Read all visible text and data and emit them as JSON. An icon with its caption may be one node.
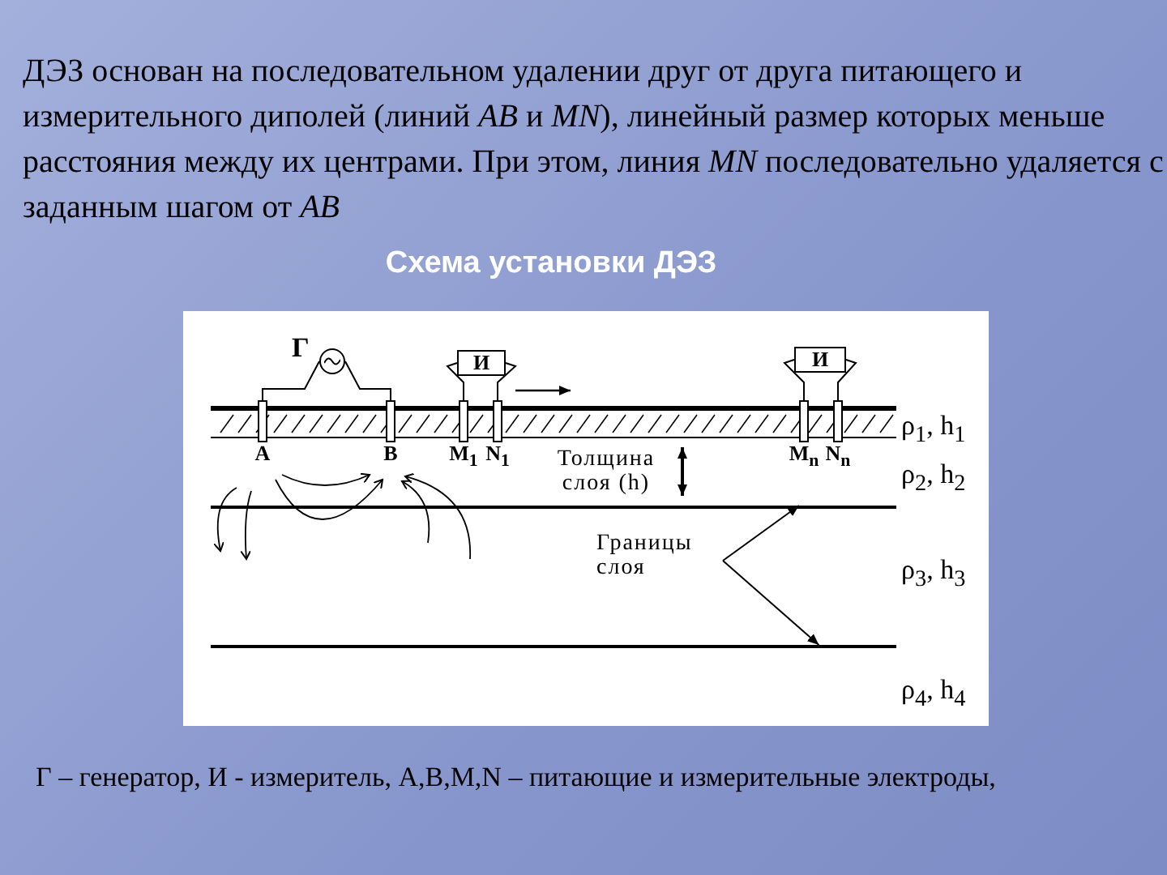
{
  "diagram": {
    "title": "Схема установки ДЭЗ",
    "caption": "Г – генератор, И - измеритель, A,B,M,N – питающие и измерительные электроды,",
    "nodes": [
      {
        "text": [
          "Г"
        ]
      },
      {
        "text": [
          "И"
        ]
      },
      {
        "text": [
          "И"
        ]
      },
      {
        "text": [
          "A"
        ]
      },
      {
        "text": [
          "B"
        ]
      },
      {
        "text": [
          "M$_{1}$"
        ]
      },
      {
        "text": [
          "N$_{1}$"
        ]
      },
      {
        "text": [
          "M$_{n}$"
        ]
      },
      {
        "text": [
          "N$_{n}$"
        ]
      },
      {
        "text": [
          "Границы слоя"
        ]
      },
      {
        "text": [],
        "shape": "line"
      },
      {
        "text": [],
        "shape": "line"
      }
    ],
    "edges": [
      {
        "from": 0,
        "to": 3,
        "arrow": "none"
      },
      {
        "from": 0,
        "to": 4,
        "arrow": "none"
      },
      {
        "from": 1,
        "to": 5,
        "arrow": "none"
      },
      {
        "from": 1,
        "to": 6,
        "arrow": "none"
      },
      {
        "from": 2,
        "to": 7,
        "arrow": "none"
      },
      {
        "from": 2,
        "to": 8,
        "arrow": "none"
      },
      {
        "from": 9,
        "to": 10,
        "arrow": "to"
      },
      {
        "from": 9,
        "to": 11,
        "arrow": "to"
      }
    ],
    "labels": [
      "ДЭЗ основан на последовательном удалении друг от друга питающего и измерительного диполей (линий *AB* и *MN*), линейный размер которых меньше расстояния между их центрами. При этом, линия *MN* последовательно удаляется с заданным шагом от *AB*",
      "Толщина слоя (h)",
      "ρ$_{1}$, h$_{1}$",
      "ρ$_{2}$, h$_{2}$",
      "ρ$_{3}$, h$_{3}$",
      "ρ$_{4}$, h$_{4}$"
    ]
  }
}
